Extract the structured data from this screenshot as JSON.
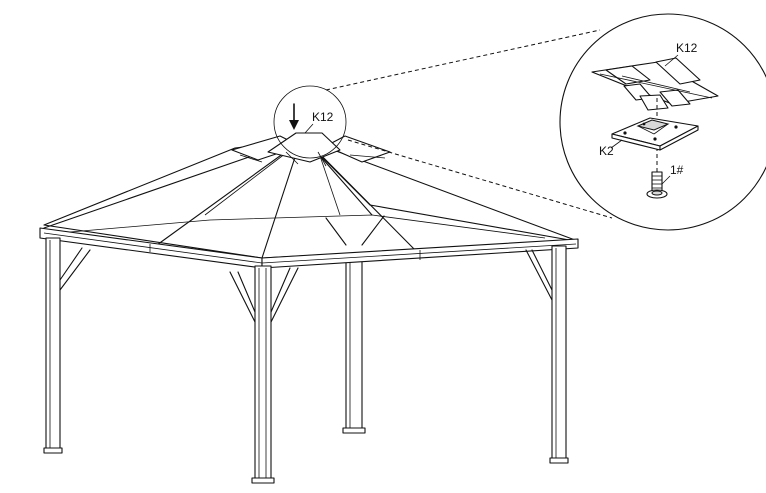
{
  "labels": {
    "top_cap": "K12",
    "detail_cap": "K12",
    "bracket": "K2",
    "bolt": "1#"
  },
  "icons": {
    "arrow": "down-arrow-icon"
  }
}
